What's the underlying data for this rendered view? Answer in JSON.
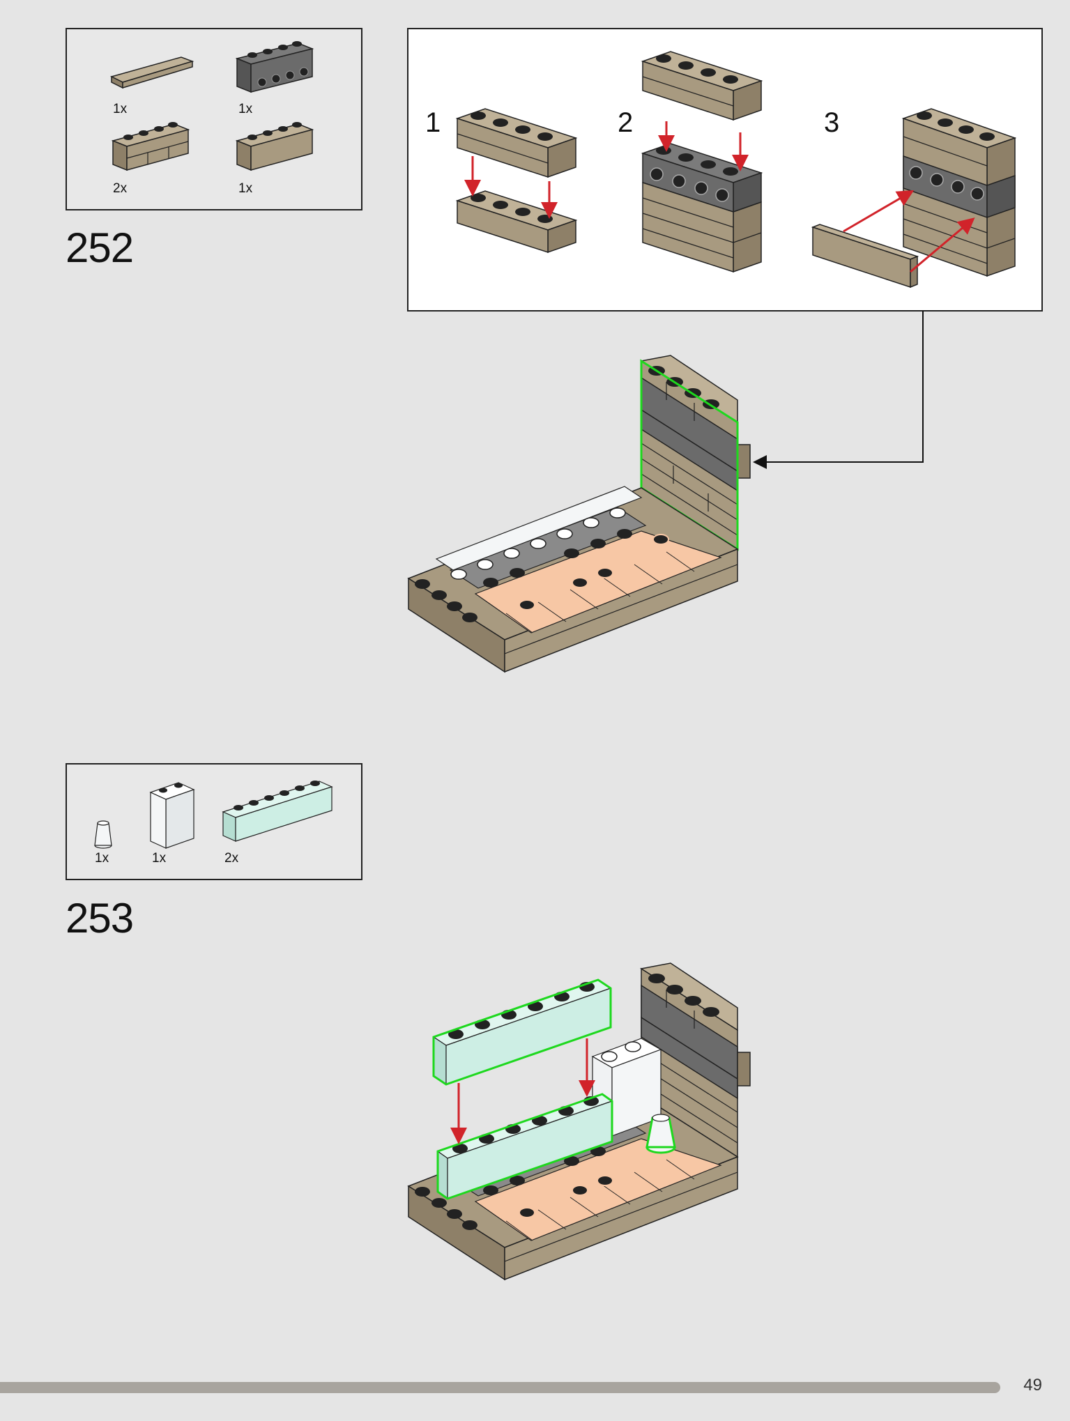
{
  "page_number": "49",
  "colors": {
    "tan": "#a89a80",
    "dark_tan": "#8e8068",
    "dark_gray": "#6b6b6b",
    "white": "#f4f6f7",
    "light_aqua": "#cdeee4",
    "nougat": "#f7c7a5",
    "highlight": "#1ed81e",
    "arrow_red": "#d1232a",
    "page_bg": "#e5e5e5"
  },
  "steps": [
    {
      "number": "252",
      "parts": [
        {
          "name": "tan-tile-1x4",
          "qty": "1x"
        },
        {
          "name": "dark-gray-technic-brick-1x4",
          "qty": "1x"
        },
        {
          "name": "tan-masonry-brick-1x4",
          "qty": "2x"
        },
        {
          "name": "tan-brick-1x4",
          "qty": "1x"
        }
      ],
      "substeps": [
        "1",
        "2",
        "3"
      ]
    },
    {
      "number": "253",
      "parts": [
        {
          "name": "white-cone-1x1",
          "qty": "1x"
        },
        {
          "name": "white-brick-1x2x2",
          "qty": "1x"
        },
        {
          "name": "light-aqua-brick-1x6",
          "qty": "2x"
        }
      ]
    }
  ]
}
